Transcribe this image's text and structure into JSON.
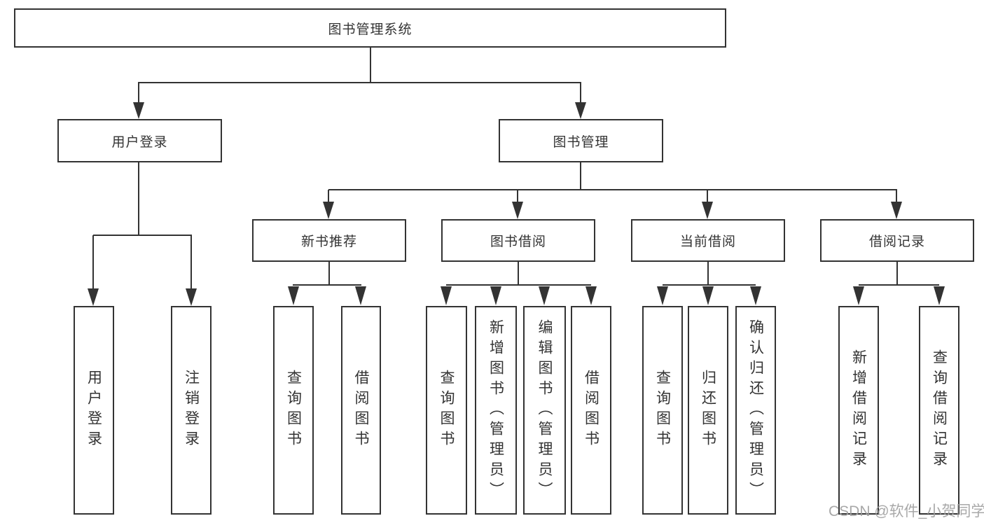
{
  "diagram": {
    "root": {
      "label": "图书管理系统"
    },
    "branches": [
      {
        "label": "用户登录",
        "children": [
          {
            "label": "用户登录"
          },
          {
            "label": "注销登录"
          }
        ]
      },
      {
        "label": "图书管理",
        "children": [
          {
            "label": "新书推荐",
            "children": [
              {
                "label": "查询图书"
              },
              {
                "label": "借阅图书"
              }
            ]
          },
          {
            "label": "图书借阅",
            "children": [
              {
                "label": "查询图书"
              },
              {
                "label": "新增图书（管理员）"
              },
              {
                "label": "编辑图书（管理员）"
              },
              {
                "label": "借阅图书"
              }
            ]
          },
          {
            "label": "当前借阅",
            "children": [
              {
                "label": "查询图书"
              },
              {
                "label": "归还图书"
              },
              {
                "label": "确认归还（管理员）"
              }
            ]
          },
          {
            "label": "借阅记录",
            "children": [
              {
                "label": "新增借阅记录"
              },
              {
                "label": "查询借阅记录"
              }
            ]
          }
        ]
      }
    ]
  },
  "colors": {
    "line": "#333333",
    "box_border": "#333333",
    "box_fill": "#ffffff",
    "text": "#333333",
    "watermark": "#9e9e9e"
  },
  "watermark": {
    "text": "CSDN @软件_小贺同学"
  }
}
